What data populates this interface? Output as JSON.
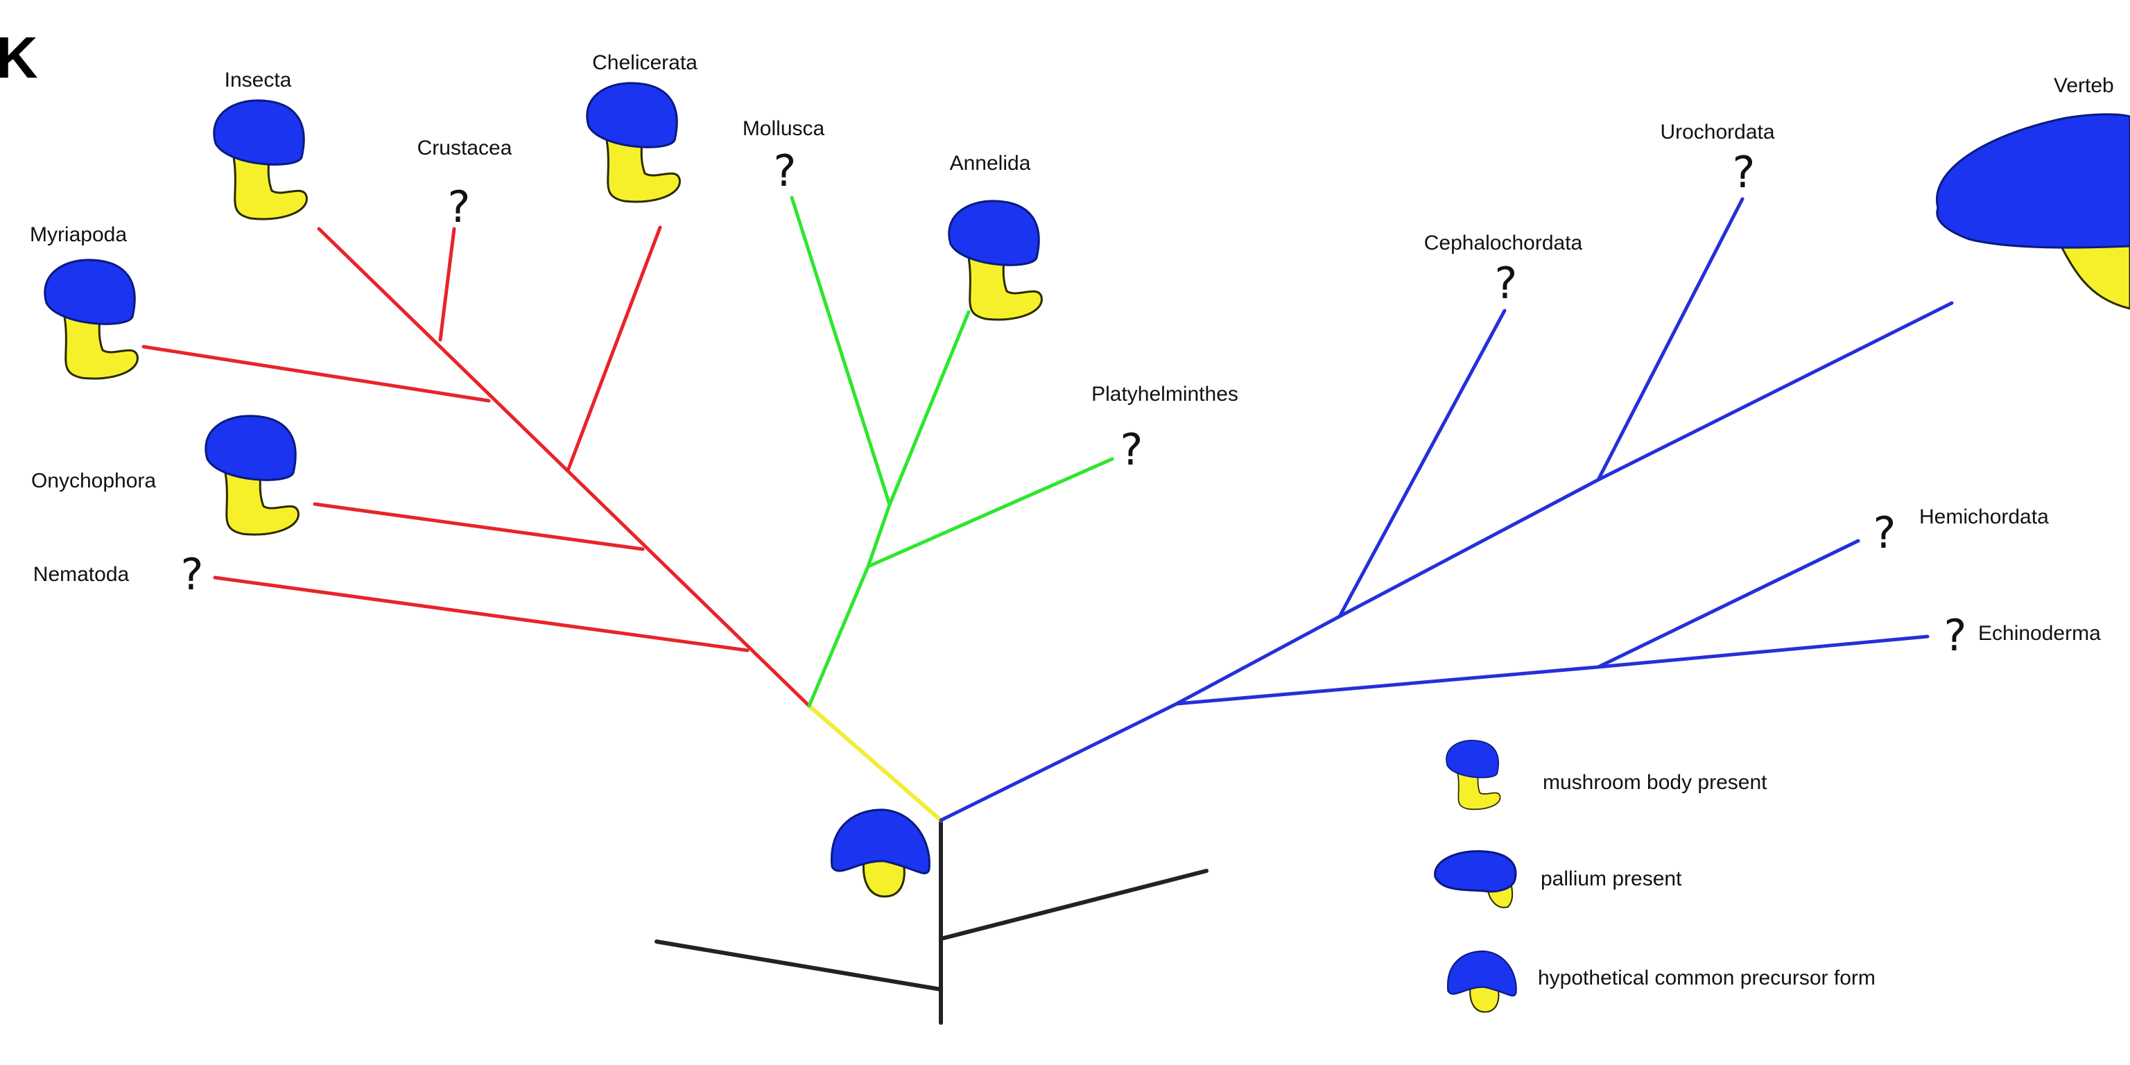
{
  "panel_label": "K",
  "colors": {
    "arthropod_branch": "#e8242a",
    "lophotrochozoa_branch": "#2ee62e",
    "deuterostome_branch": "#2430d8",
    "stem_branch": "#f2ec3a",
    "outgroup_branch": "#222222",
    "shape_blue": "#1a34f0",
    "shape_yellow": "#f6f02a"
  },
  "taxa": {
    "insecta": "Insecta",
    "crustacea": "Crustacea",
    "chelicerata": "Chelicerata",
    "myriapoda": "Myriapoda",
    "onychophora": "Onychophora",
    "nematoda": "Nematoda",
    "mollusca": "Mollusca",
    "annelida": "Annelida",
    "platyhelminthes": "Platyhelminthes",
    "cephalochordata": "Cephalochordata",
    "urochordata": "Urochordata",
    "vertebrata": "Verteb",
    "hemichordata": "Hemichordata",
    "echinodermata": "Echinoderma"
  },
  "unknown_marker": "?",
  "legend": {
    "mushroom": "mushroom body present",
    "pallium": "pallium present",
    "precursor": "hypothetical common precursor form"
  }
}
